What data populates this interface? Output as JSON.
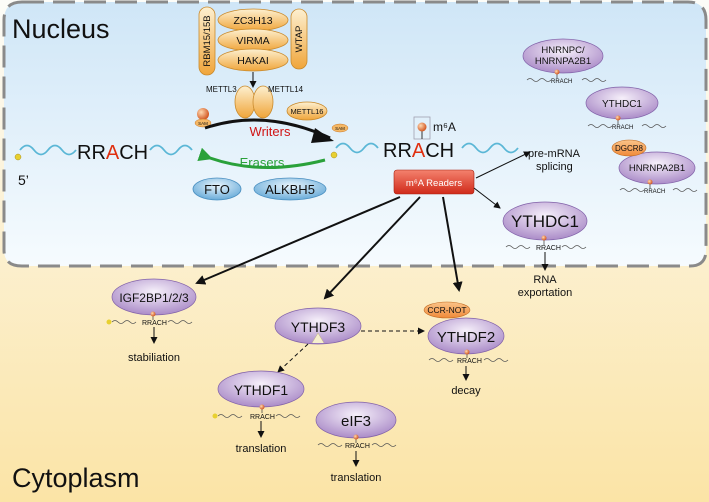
{
  "regions": {
    "nucleus": "Nucleus",
    "cytoplasm": "Cytoplasm"
  },
  "writer_complex": {
    "rbm": "RBM15/15B",
    "zc3h13": "ZC3H13",
    "virma": "VIRMA",
    "hakai": "HAKAI",
    "wtap": "WTAP",
    "mettl3": "METTL3",
    "mettl14": "METTL14",
    "mettl16": "METTL16",
    "sam_left": "SAM",
    "sam_right": "SAM"
  },
  "process": {
    "writers": "Writers",
    "erasers": "Erasers",
    "fto": "FTO",
    "alkbh5": "ALKBH5",
    "five_prime": "5’"
  },
  "motif": {
    "left_rr": "RR",
    "left_a": "A",
    "left_ch": "CH",
    "right_rr": "RR",
    "right_a": "A",
    "right_ch": "CH",
    "m6a": "m⁶A"
  },
  "readers_box": "m⁶A Readers",
  "nuclear_readers": {
    "hnrnpc_line1": "HNRNPC/",
    "hnrnpc_line2": "HNRNPA2B1",
    "ythdc1_top": "YTHDC1",
    "dgcr8": "DGCR8",
    "hnrnpa2b1": "HNRNPA2B1",
    "ythdc1_main": "YTHDC1",
    "rrach": "RRACH"
  },
  "outcomes": {
    "splicing_line1": "pre-mRNA",
    "splicing_line2": "splicing",
    "export_line1": "RNA",
    "export_line2": "exportation",
    "stabiliation": "stabiliation",
    "decay": "decay",
    "translation_1": "translation",
    "translation_2": "translation"
  },
  "cyto_readers": {
    "igf2bp": "IGF2BP1/2/3",
    "ythdf3": "YTHDF3",
    "ythdf2": "YTHDF2",
    "ccr_not": "CCR-NOT",
    "ythdf1": "YTHDF1",
    "eif3": "eIF3"
  },
  "colors": {
    "nucleus_top": "#cfe6f7",
    "nucleus_bottom": "#f5fafd",
    "cytoplasm_top": "#fbfbf6",
    "cytoplasm_bottom": "#fbe6ad",
    "orange_light": "#fbe2a8",
    "orange_dark": "#f0a53a",
    "purple_light": "#ece0f4",
    "purple_dark": "#a07cc0",
    "blue_light": "#d8ecfa",
    "blue_dark": "#5fa6d6",
    "writers_red": "#d01414",
    "erasers_green": "#2aa13a",
    "readers_red": "#d93525",
    "adenine_red": "#e03010",
    "rna_wave": "#5bb7d6"
  }
}
